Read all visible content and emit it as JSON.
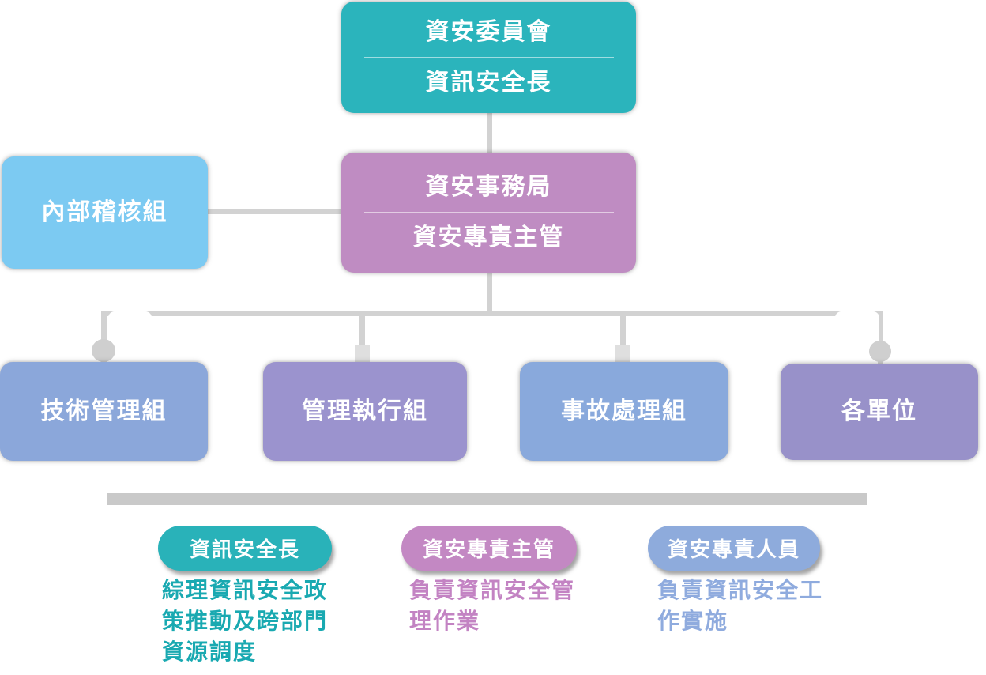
{
  "nodes": {
    "committee": {
      "line1": "資安委員會",
      "line2": "資訊安全長",
      "color": "#2BB4BC"
    },
    "bureau": {
      "line1": "資安事務局",
      "line2": "資安專責主管",
      "color": "#BF8CC2"
    },
    "audit": {
      "label": "內部稽核組",
      "color": "#7CCAF2"
    },
    "teams": [
      {
        "label": "技術管理組",
        "color": "#8BA7DA"
      },
      {
        "label": "管理執行組",
        "color": "#9B93CE"
      },
      {
        "label": "事故處理組",
        "color": "#89A9DC"
      },
      {
        "label": "各單位",
        "color": "#9891C9"
      }
    ]
  },
  "connectors": {
    "color": "#D2D2D2"
  },
  "legend_divider": {
    "color": "#C9C9C9"
  },
  "legend": [
    {
      "title": "資訊安全長",
      "pill_color": "#29B2B9",
      "text_color": "#19A9B1",
      "desc": "綜理資訊安全政策推動及跨部門資源調度",
      "desc_lines": [
        "綜理資訊安全政",
        "策推動及跨部門",
        "資源調度"
      ]
    },
    {
      "title": "資安專責主管",
      "pill_color": "#C388C3",
      "text_color": "#C383C3",
      "desc": "負責資訊安全管理作業",
      "desc_lines": [
        "負責資訊安全管",
        "理作業"
      ]
    },
    {
      "title": "資安專責人員",
      "pill_color": "#8EABDC",
      "text_color": "#8FABDE",
      "desc": "負責資訊安全工作實施",
      "desc_lines": [
        "負責資訊安全工",
        "作實施"
      ]
    }
  ]
}
